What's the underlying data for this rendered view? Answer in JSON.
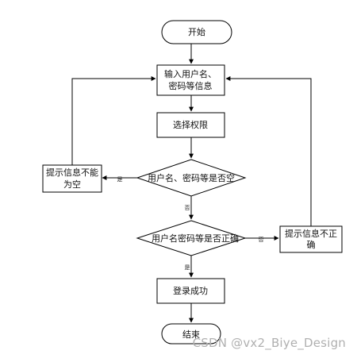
{
  "nodes": {
    "start": "开始",
    "input_line1": "输入用户名、",
    "input_line2": "密码等信息",
    "select_perm": "选择权限",
    "check_empty": "用户名、密码等是否空",
    "error_empty_line1": "提示信息不能",
    "error_empty_line2": "为空",
    "check_correct": "用户名密码等是否正确",
    "error_wrong_line1": "提示信息不正",
    "error_wrong_line2": "确",
    "login_ok": "登录成功",
    "end": "结束"
  },
  "edges": {
    "empty_yes": "是",
    "empty_no": "否",
    "correct_no": "否",
    "correct_yes": "是"
  },
  "watermark": "CSDN @vx2_Biye_Design",
  "colors": {
    "stroke": "#000000",
    "fill": "#ffffff",
    "text": "#111111"
  }
}
